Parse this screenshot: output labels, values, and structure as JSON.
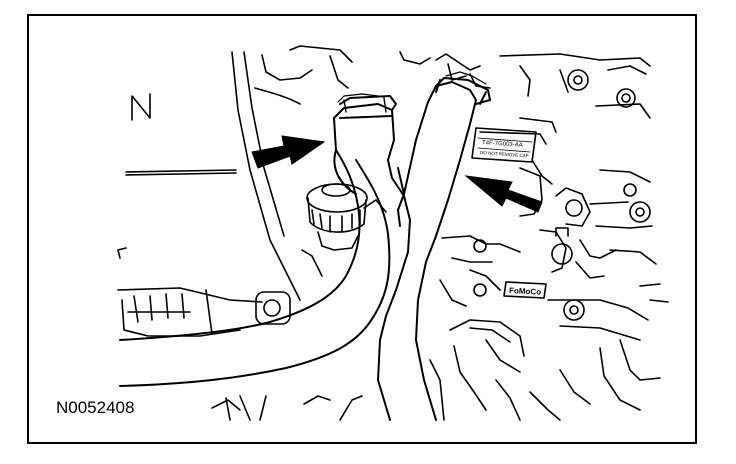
{
  "figure": {
    "id_label": "N0052408",
    "part_label": "T4F-7G003-AA",
    "part_label_line2": "DO NOT REMOVE CAP",
    "brand_label": "FoMoCo",
    "compass_letter": "N"
  },
  "colors": {
    "line": "#000000",
    "background": "#ffffff",
    "arrow_fill": "#000000"
  },
  "callouts": [
    {
      "name": "upper-hose-arrow",
      "points_to": "upper-radiator-hose"
    },
    {
      "name": "lower-hose-arrow",
      "points_to": "lower-hose-clamp"
    }
  ]
}
